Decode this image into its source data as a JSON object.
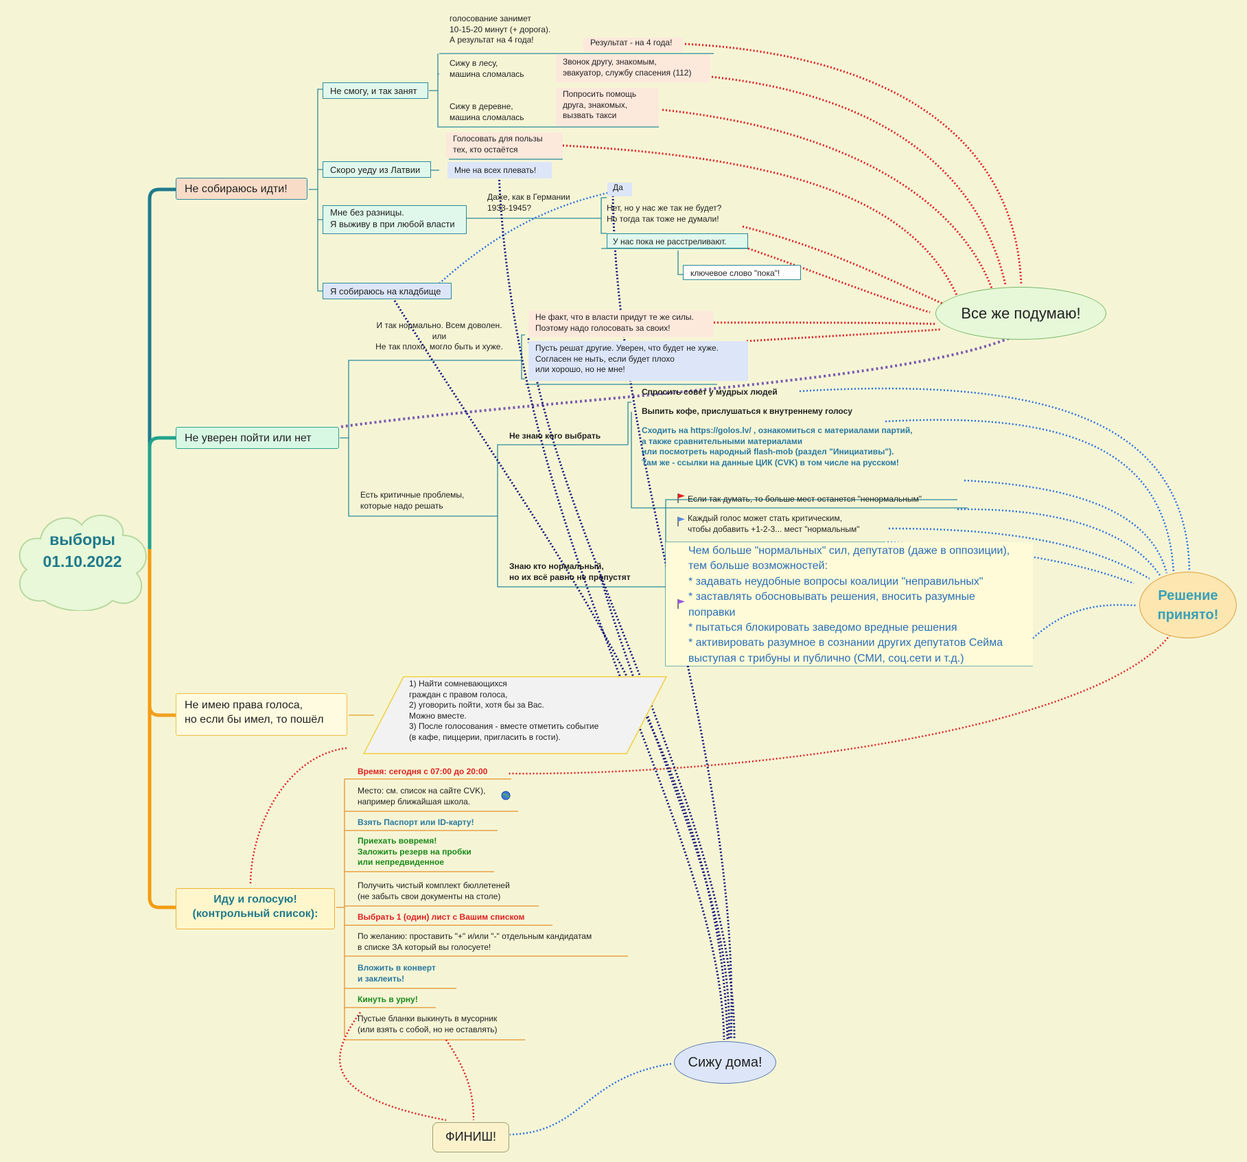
{
  "root": {
    "title": "выборы\n01.10.2022"
  },
  "branch1": {
    "label": "Не собираюсь идти!",
    "busy": {
      "label": "Не смогу, и так занят",
      "time_note": "голосование занимет\n10-15-20 минут (+ дорога).\nА результат на 4 года!",
      "result": "Результат - на 4 года!",
      "forest": "Сижу в лесу,\nмашина сломалась",
      "forest_sol": "Звонок другу, знакомым,\nэвакуатор, службу спасения (112)",
      "village": "Сижу в деревне,\nмашина сломалась",
      "village_sol": "Попросить помощь\nдруга, знакомых,\nвызвать такси"
    },
    "leaving": {
      "label": "Скоро уеду из Латвии",
      "for_others": "Голосовать для пользы\nтех, кто остаётся",
      "dont_care": "Мне на всех плевать!"
    },
    "indifferent": {
      "label": "Мне без разницы.\nЯ выживу в при любой власти",
      "germany": "Даже, как в Германии\n1933-1945?",
      "yes": "Да",
      "no": "Нет, но у нас же так не будет?\nНо тогда так тоже не думали!",
      "not_shot": "У нас пока не расстреливают.",
      "keyword": "ключевое слово \"пока\"!"
    },
    "cemetery": "Я собираюсь на кладбище"
  },
  "branch2": {
    "label": "Не уверен пойти или нет",
    "normal": "И так нормально. Всем доволен.\nили\nНе так плохо, могло быть и хуже.",
    "not_fact": "Не факт, что в власти придут те же силы.\nПоэтому надо голосовать за своих!",
    "others_decide": "Пусть решат другие. Уверен, что будет не хуже.\nСогласен не ныть, если будет плохо\nили хорошо, но не мне!",
    "problems": "Есть критичные проблемы,\nкоторые надо решать",
    "dont_know": "Не знаю кого выбрать",
    "ask": "Спросить совет у мудрых людей",
    "coffee": "Выпить кофе, прислушаться к внутреннему голосу",
    "site": "Сходить на https://golos.lv/  , ознакомиться с материалами партий,\nа также сравнительными материалами\nили посмотреть народный flash-mob (раздел \"Инициативы\").\nТам же - ссылки на данные ЦИК (CVK) в том числе на русском!",
    "know": "Знаю кто нормальный,\nно их всё равно не пропустят",
    "more_abnormal": "Если так думать, то больше мест останется \"ненормальным\"",
    "each_vote": "Каждый голос может стать критическим,\nчтобы добавить +1-2-3... мест \"нормальным\"",
    "more_normal": "Чем больше \"нормальных\" сил, депутатов (даже в оппозиции),\nтем больше возможностей:\n* задавать неудобные вопросы коалиции \"неправильных\"\n* заставлять обосновывать решения, вносить разумные\nпоправки\n* пытаться блокировать заведомо вредные решения\n* активировать разумное в сознании других депутатов Сейма\nвыступая с трибуны и публично (СМИ, соц.сети и т.д.)"
  },
  "branch3": {
    "label": "Не имею права голоса,\nно если бы имел, то пошёл",
    "plan": "1) Найти сомневающихся\nграждан с правом голоса,\n2) уговорить пойти, хотя бы за Вас.\nМожно вместе.\n3) После голосования - вместе отметить событие\n(в кафе, пиццерии, пригласить в гости)."
  },
  "branch4": {
    "label": "Иду и голосую!\n(контрольный список):",
    "items": [
      "Время: сегодня с 07:00 до 20:00",
      "Место: см. список на сайте CVK),\nнапример ближайшая школа.",
      "Взять Паспорт или ID-карту!",
      "Приехать вовремя!\nЗаложить резерв на пробки\nили непредвиденное",
      "Получить чистый комплект бюллетеней\n(не забыть свои документы на столе)",
      "Выбрать 1 (один) лист с Вашим списком",
      "По желанию: проставить \"+\" и/или \"-\" отдельным кандидатам\nв списке ЗА который вы голосуете!",
      "Вложить в конверт\nи заклеить!",
      "Кинуть в урну!",
      "Пустые бланки выкинуть в мусорник\n(или взять с собой, но не оставлять)"
    ]
  },
  "outcomes": {
    "think": "Все же подумаю!",
    "decided": "Решение\nпринято!",
    "home": "Сижу дома!",
    "finish": "ФИНИШ!"
  },
  "colors": {
    "background": "#f5f5d6",
    "teal": "#1f7a8c",
    "orange": "#f39c12",
    "red_arrow": "#e02020",
    "blue_arrow": "#2a6fe0",
    "navy_arrow": "#10137a",
    "purple_arrow": "#7a5cb0"
  }
}
